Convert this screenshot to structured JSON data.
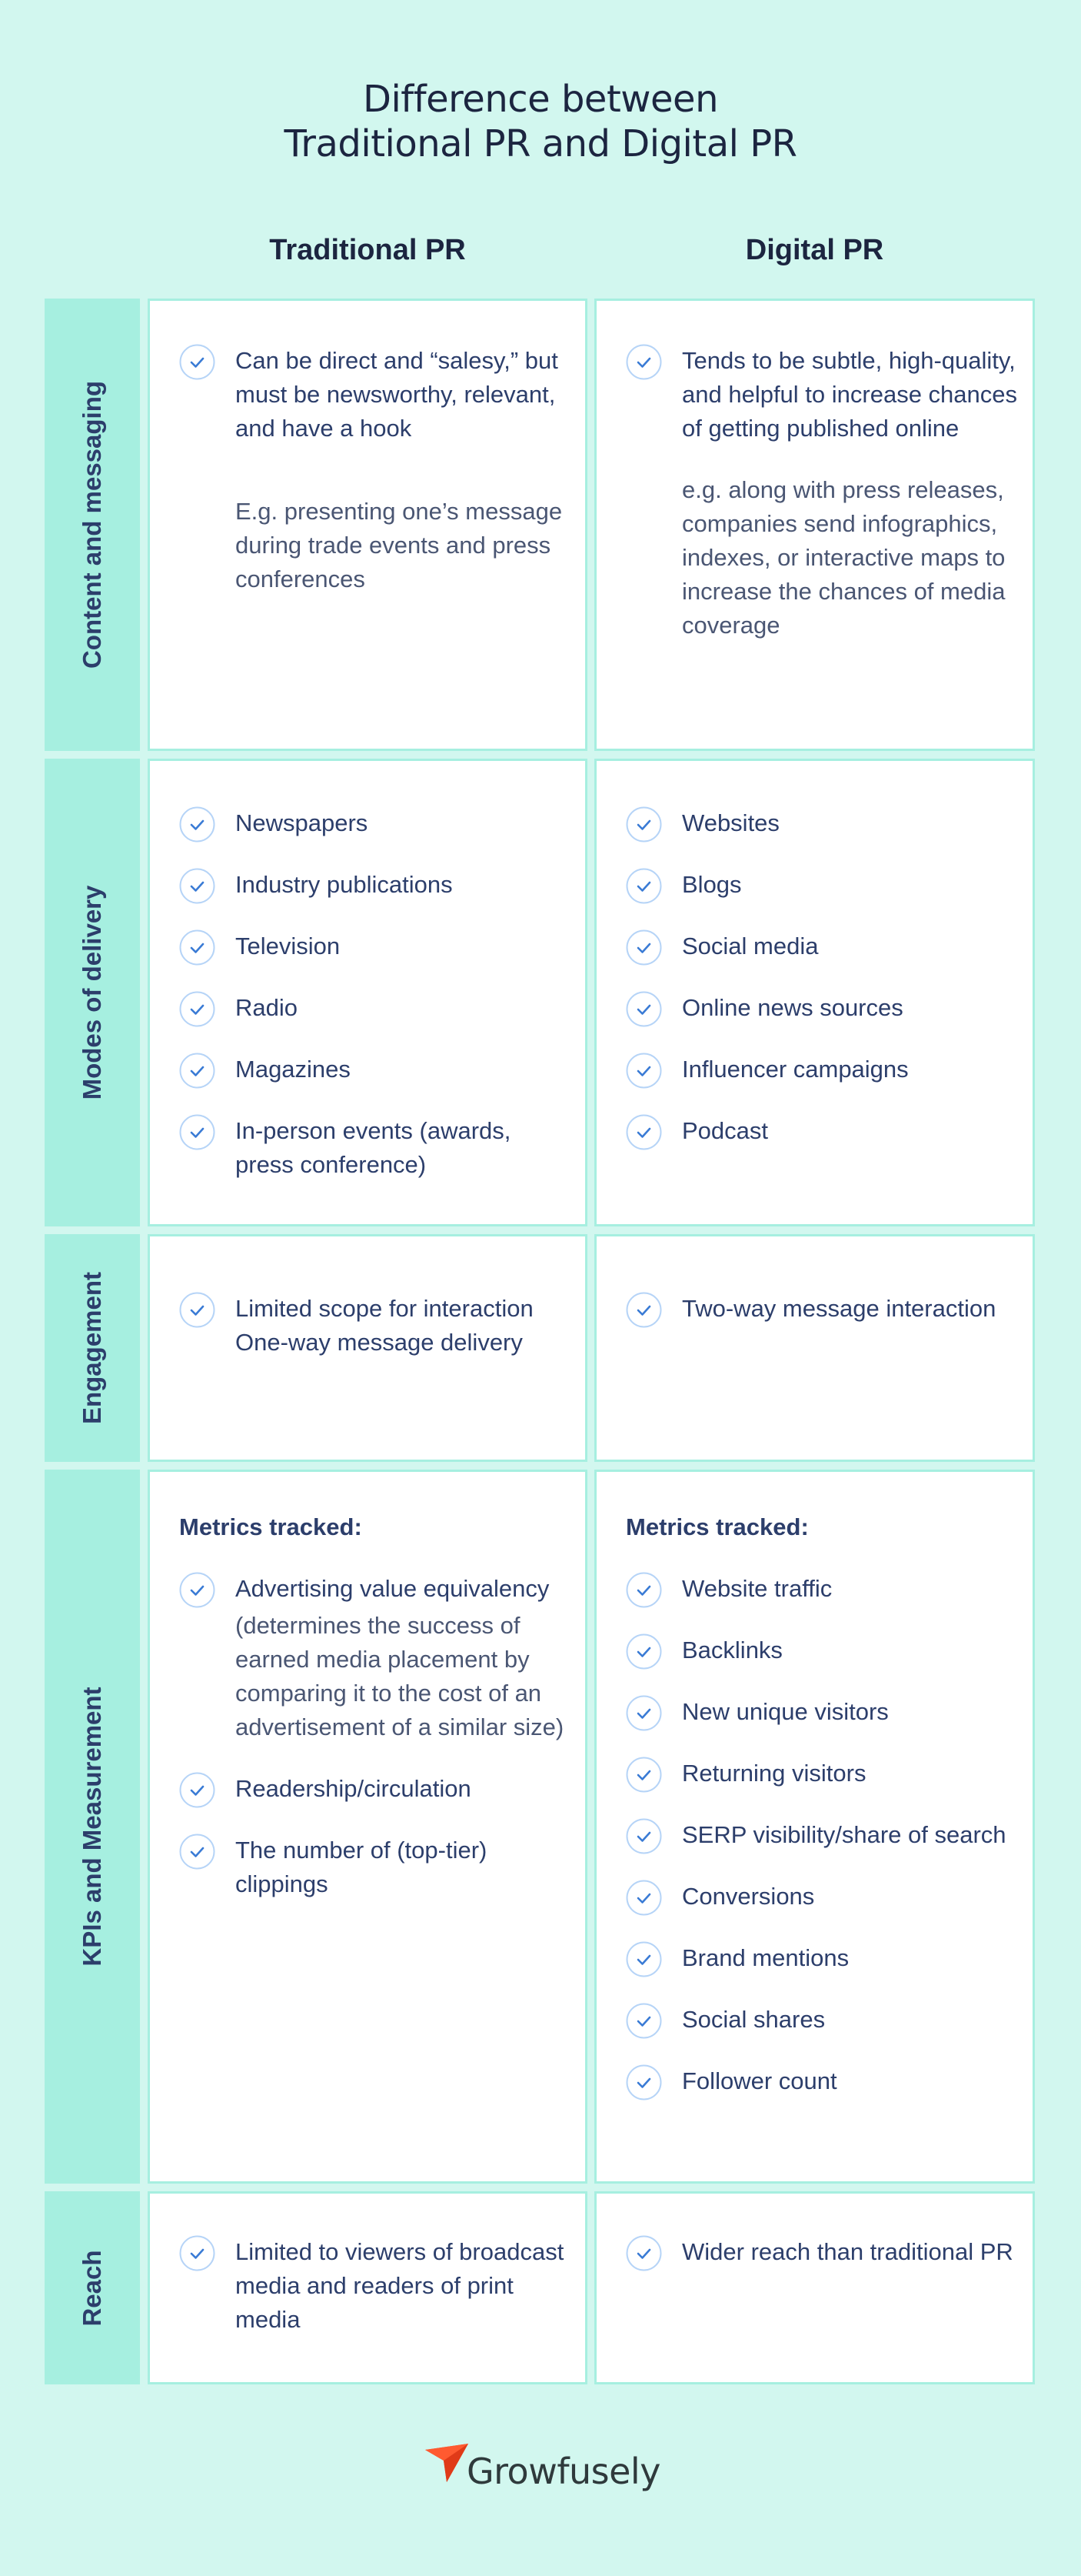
{
  "title": {
    "line1": "Difference between",
    "line2": "Traditional PR and Digital PR"
  },
  "columns": {
    "traditional": "Traditional PR",
    "digital": "Digital PR"
  },
  "colors": {
    "background": "#d2f7ef",
    "label_fill": "#a6efe0",
    "text_primary": "#2c3e6b",
    "check_stroke": "#3a7bd5",
    "check_circle": "#b6d4f7",
    "logo_accent": "#f04a24"
  },
  "rows": {
    "content": {
      "label": "Content and messaging",
      "traditional": {
        "item": "Can be direct and “salesy,” but must be newsworthy, relevant, and have a hook",
        "note": "E.g. presenting one’s message during trade events and press conferences"
      },
      "digital": {
        "item": "Tends to be subtle, high-quality, and helpful to increase chances of getting published online",
        "note": "e.g. along with press releases, companies send infographics, indexes, or interactive maps to increase the chances of media coverage"
      }
    },
    "delivery": {
      "label": "Modes of delivery",
      "traditional": [
        "Newspapers",
        "Industry publications",
        "Television",
        "Radio",
        "Magazines",
        "In-person events (awards, press conference)"
      ],
      "digital": [
        "Websites",
        "Blogs",
        "Social media",
        "Online news sources",
        "Influencer campaigns",
        "Podcast"
      ]
    },
    "engagement": {
      "label": "Engagement",
      "traditional": "Limited scope for interaction One-way message delivery",
      "digital": "Two-way message interaction"
    },
    "kpis": {
      "label": "KPIs and Measurement",
      "heading": "Metrics tracked:",
      "traditional": [
        {
          "text": "Advertising value equivalency",
          "note": "(determines the success of earned media placement by comparing it to the cost of an advertisement of a similar size)"
        },
        {
          "text": "Readership/circulation"
        },
        {
          "text": "The number of (top-tier) clippings"
        }
      ],
      "digital": [
        "Website traffic",
        "Backlinks",
        "New unique visitors",
        "Returning visitors",
        "SERP visibility/share of search",
        "Conversions",
        "Brand mentions",
        "Social shares",
        "Follower count"
      ]
    },
    "reach": {
      "label": "Reach",
      "traditional": "Limited to viewers of broadcast media and readers of print media",
      "digital": "Wider reach than traditional PR"
    }
  },
  "footer": {
    "brand": "Growfusely",
    "logo_icon": "paper-plane-icon"
  }
}
